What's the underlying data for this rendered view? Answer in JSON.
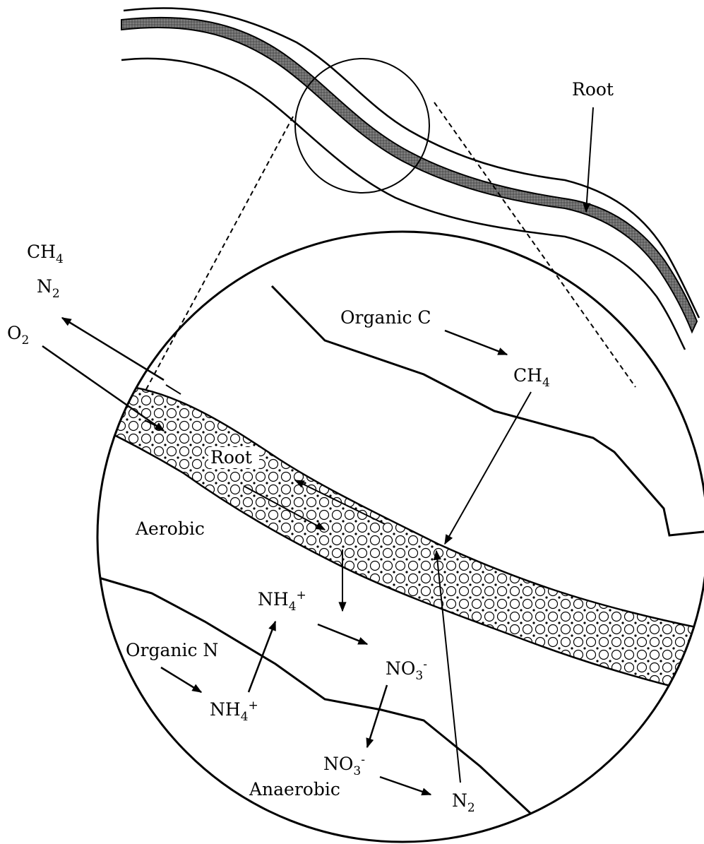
{
  "overview": {
    "root_label": "Root"
  },
  "inset": {
    "root_label": "Root",
    "zone_aerobic": "Aerobic",
    "zone_anaerobic": "Anaerobic",
    "gas_exchange": {
      "ch4": {
        "base": "CH",
        "sub": "4"
      },
      "n2": {
        "base": "N",
        "sub": "2"
      },
      "o2": {
        "base": "O",
        "sub": "2"
      }
    },
    "carbon": {
      "organic_c": "Organic C",
      "ch4": {
        "base": "CH",
        "sub": "4"
      }
    },
    "nitrogen": {
      "organic_n": "Organic N",
      "nh4_lower": {
        "base": "NH",
        "sub": "4",
        "sup": "+"
      },
      "nh4_upper": {
        "base": "NH",
        "sub": "4",
        "sup": "+"
      },
      "no3_upper": {
        "base": "NO",
        "sub": "3",
        "sup": "-"
      },
      "no3_lower": {
        "base": "NO",
        "sub": "3",
        "sup": "-"
      },
      "n2": {
        "base": "N",
        "sub": "2"
      }
    }
  },
  "colors": {
    "ink": "#000000",
    "root_fill": "#6a6a6a",
    "background": "#ffffff"
  }
}
